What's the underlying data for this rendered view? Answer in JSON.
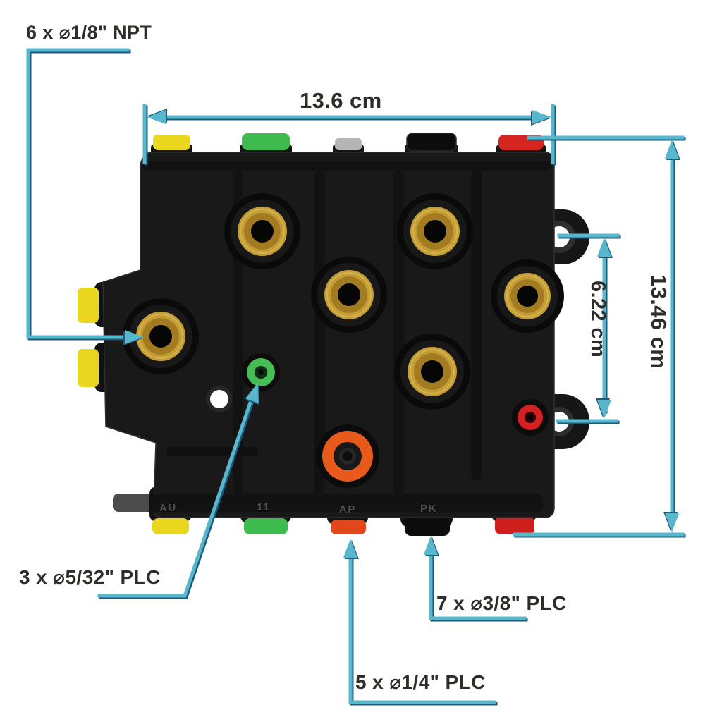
{
  "diagram": {
    "title": "valve block dimensional diagram",
    "annotations": {
      "ports_npt": "6 x ⌀1/8\" NPT",
      "width": "13.6 cm",
      "height": "13.46 cm",
      "hole_spacing": "6.22 cm",
      "ports_532": "3 x ⌀5/32\" PLC",
      "ports_38": "7 x ⌀3/8\" PLC",
      "ports_14": "5 x ⌀1/4\" PLC"
    },
    "port_markings": [
      {
        "code": "AU"
      },
      {
        "code": "11"
      },
      {
        "code": "AP"
      },
      {
        "code": "PK"
      }
    ],
    "colors": {
      "dimension_line": "#57b7cd",
      "dimension_shadow": "#1f5a7c",
      "label_text": "#2e2d29",
      "body": "#191919",
      "brass": "#c49d35",
      "cap_yellow": "#e8d61f",
      "cap_green": "#3fba4e",
      "cap_silver": "#b5b5b5",
      "cap_black": "#0c0c0c",
      "cap_red": "#d62420",
      "cap_orange": "#e85a1c",
      "background": "#ffffff"
    }
  }
}
